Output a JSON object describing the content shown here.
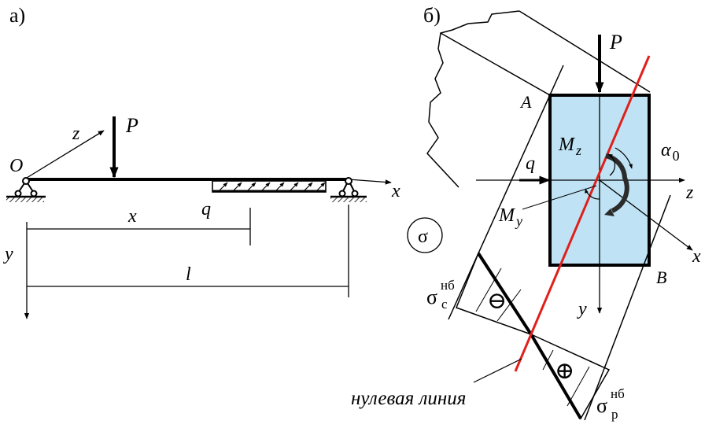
{
  "panel_a": {
    "panel_label": "а)",
    "labels": {
      "origin": "O",
      "axis_z": "z",
      "force": "P",
      "axis_x": "x",
      "load": "q",
      "dim_x": "x",
      "axis_y": "y",
      "dim_l": "l"
    }
  },
  "panel_b": {
    "panel_label": "б)",
    "labels": {
      "force": "P",
      "corner_a": "A",
      "corner_b": "B",
      "moment_z_main": "M",
      "moment_z_sub": "z",
      "angle_main": "α",
      "angle_sub": "0",
      "load": "q",
      "axis_z": "z",
      "moment_y_main": "M",
      "moment_y_sub": "y",
      "axis_x": "x",
      "axis_y": "y",
      "sigma": "σ",
      "sigma_c_main": "σ",
      "sigma_c_sub": "с",
      "sigma_c_sup": "нб",
      "sigma_p_main": "σ",
      "sigma_p_sub": "р",
      "sigma_p_sup": "нб",
      "minus_sign": "⊖",
      "plus_sign": "⊕",
      "neutral_line": "нулевая линия"
    },
    "colors": {
      "section_fill": "#bfe3f5",
      "neutral_line": "#e0201b"
    }
  }
}
